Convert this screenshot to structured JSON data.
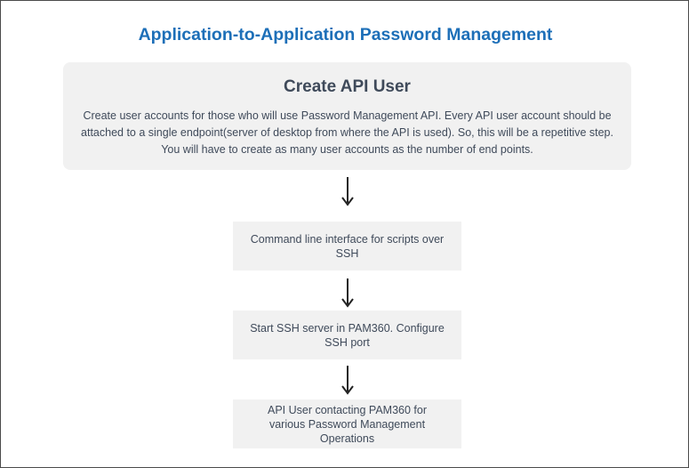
{
  "title": "Application-to-Application Password Management",
  "top_box": {
    "heading": "Create API User",
    "description": "Create user accounts for those who will use Password Management API. Every API user account should be attached to a single endpoint(server of desktop from where the API is used). So, this will be a repetitive step. You will have to create as many user accounts as the number of end points."
  },
  "steps": [
    {
      "text": "Command line interface for scripts over SSH"
    },
    {
      "text": "Start SSH server in PAM360. Configure SSH port"
    },
    {
      "text": "API User contacting PAM360 for various Password Management Operations"
    }
  ],
  "colors": {
    "title": "#1d6fb8",
    "box_background": "#f1f1f1",
    "text": "#3f4a5a",
    "arrow": "#222222"
  }
}
